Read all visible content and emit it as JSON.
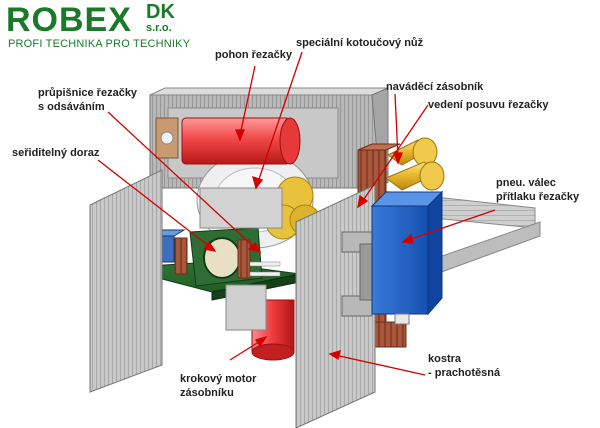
{
  "logo": {
    "word": "ROBEX",
    "dk": "DK",
    "sro": "s.r.o.",
    "tagline": "PROFI TECHNIKA PRO TECHNIKY"
  },
  "labels": {
    "pohon": "pohon řezačky",
    "nuz": "speciální kotoučový nůž",
    "prupisnice_1": "průpišnice řezačky",
    "prupisnice_2": "s odsáváním",
    "navadeci": "naváděcí zásobník",
    "vedeni": "vedení posuvu řezačky",
    "doraz": "seřiditelný doraz",
    "pneu_1": "pneu. válec",
    "pneu_2": "přítlaku řezačky",
    "krokovy_1": "krokový motor",
    "krokovy_2": "zásobníku",
    "kostra_1": "kostra",
    "kostra_2": "- prachotěsná"
  },
  "colors": {
    "leader": "#d40000",
    "brand": "#1a7a2a"
  }
}
